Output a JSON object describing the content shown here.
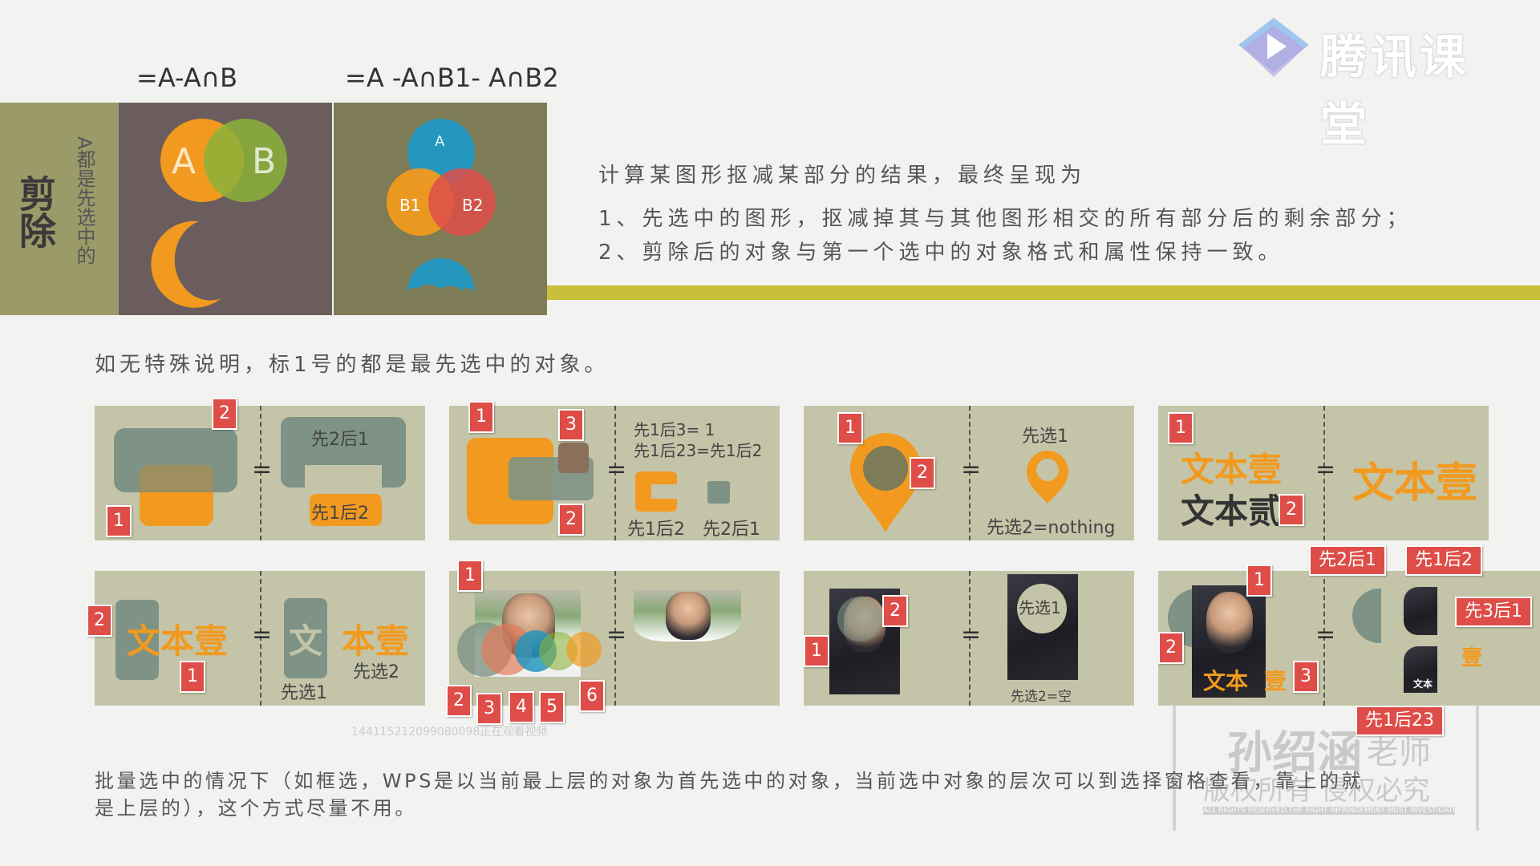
{
  "logo": {
    "text": "腾讯课堂",
    "icon": "play-icon"
  },
  "formulas": {
    "left": "=A-A∩B",
    "right": "=A -A∩B1- A∩B2"
  },
  "sidebar": {
    "main": "剪除",
    "sub": "A都是先选中的"
  },
  "venn1": {
    "a": "A",
    "b": "B"
  },
  "venn2": {
    "a": "A",
    "b1": "B1",
    "b2": "B2"
  },
  "description": {
    "line1": "计算某图形抠减某部分的结果，最终呈现为",
    "line2": "1、先选中的图形，抠减掉其与其他图形相交的所有部分后的剩余部分；",
    "line3": "2、剪除后的对象与第一个选中的对象格式和属性保持一致。"
  },
  "note_top": "如无特殊说明，标1号的都是最先选中的对象。",
  "cards": {
    "c1": {
      "tag1": "1",
      "tag2": "2",
      "eq": "=",
      "r1": "先2后1",
      "r2": "先1后2"
    },
    "c2": {
      "tag1": "1",
      "tag2": "2",
      "tag3": "3",
      "eq": "=",
      "r1": "先1后3= 1",
      "r2": "先1后23=先1后2",
      "r3": "先1后2",
      "r4": "先2后1"
    },
    "c3": {
      "tag1": "1",
      "tag2": "2",
      "eq": "=",
      "r1": "先选1",
      "r2": "先选2=nothing"
    },
    "c4": {
      "tag1": "1",
      "tag2": "2",
      "eq": "=",
      "t1": "文本壹",
      "t2": "文本贰",
      "r1": "文本壹"
    },
    "c5": {
      "tag1": "1",
      "tag2": "2",
      "eq": "=",
      "t1": "文本壹",
      "r_wen": "文",
      "r_rest": "本壹",
      "r1": "先选1",
      "r2": "先选2"
    },
    "c6": {
      "tags": [
        "1",
        "2",
        "3",
        "4",
        "5",
        "6"
      ],
      "eq": "=",
      "overlay": "144115212099080098正在观看视频"
    },
    "c7": {
      "tag1": "1",
      "tag2": "2",
      "eq": "=",
      "r1": "先选1",
      "r2": "先选2=空"
    },
    "c8": {
      "tag1": "1",
      "tag2": "2",
      "tag3": "3",
      "eq": "=",
      "t1": "文本",
      "t2": "壹",
      "r_wen": "文本",
      "r_yi": "壹",
      "c1": "先2后1",
      "c2": "先1后2",
      "c3": "先3后1",
      "c4": "先1后23"
    }
  },
  "note_bottom": {
    "line1": "批量选中的情况下（如框选，WPS是以当前最上层的对象为首先选中的对象，当前选中对象的层次可以到选择窗格查看，靠上的就",
    "line2": "是上层的），这个方式尽量不用。"
  },
  "watermark": {
    "name": "孙绍涵",
    "title": "老师",
    "rights": "版权所有 侵权必究",
    "small": "ALL RIGHTS RESERVED,THE RIGHT INFRINGEMENT MUST INVESTIGATE!"
  },
  "colors": {
    "orange": "#f19a1f",
    "green": "#8bb13a",
    "blue": "#2596be",
    "red": "#de4d48",
    "olive": "#9b9b6a",
    "card": "#c4c4a8",
    "accent_bar": "#c8c03a"
  }
}
